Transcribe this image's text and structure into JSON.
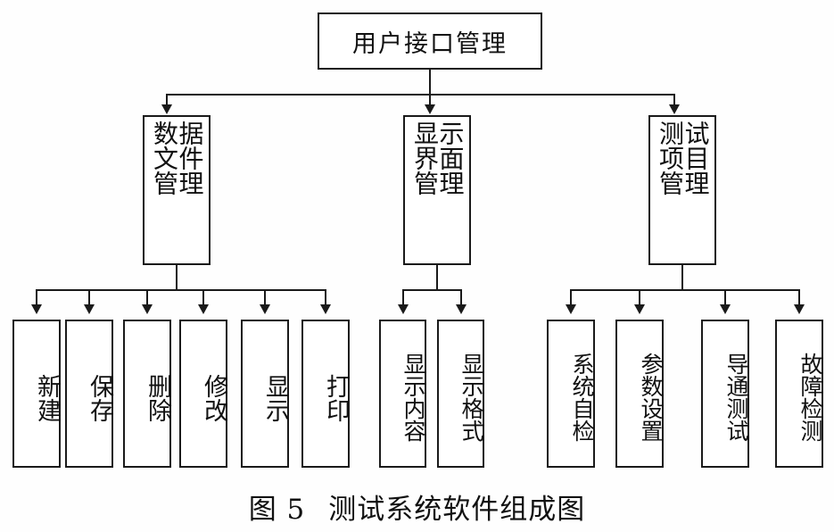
{
  "figure": {
    "caption_label": "图 5",
    "caption_title": "测试系统软件组成图"
  },
  "diagram": {
    "type": "tree",
    "root": {
      "id": "user-interface-management",
      "label": "用户接口管理",
      "orientation": "horizontal"
    },
    "level2": [
      {
        "id": "data-file-management",
        "label": "数据文件管理",
        "columns": [
          "数文管",
          "据件理"
        ],
        "children_count": 6
      },
      {
        "id": "display-interface-management",
        "label": "显示界面管理",
        "columns": [
          "显界管",
          "示面理"
        ],
        "children_count": 2
      },
      {
        "id": "test-item-management",
        "label": "测试项目管理",
        "columns": [
          "测项管",
          "试目理"
        ],
        "children_count": 4
      }
    ],
    "leaves_group1": [
      {
        "id": "new",
        "label": "新建"
      },
      {
        "id": "save",
        "label": "保存"
      },
      {
        "id": "delete",
        "label": "删除"
      },
      {
        "id": "modify",
        "label": "修改"
      },
      {
        "id": "display",
        "label": "显示"
      },
      {
        "id": "print",
        "label": "打印"
      }
    ],
    "leaves_group2": [
      {
        "id": "display-content",
        "label": "显示内容"
      },
      {
        "id": "display-format",
        "label": "显示格式"
      }
    ],
    "leaves_group3": [
      {
        "id": "system-self-test",
        "label": "系统自检"
      },
      {
        "id": "parameter-setting",
        "label": "参数设置"
      },
      {
        "id": "continuity-test",
        "label": "导通测试"
      },
      {
        "id": "fault-detection",
        "label": "故障检测"
      }
    ],
    "colors": {
      "line": "#1a1a1a",
      "box_fill": "#ffffff",
      "text": "#111111",
      "background": "#ffffff"
    }
  }
}
